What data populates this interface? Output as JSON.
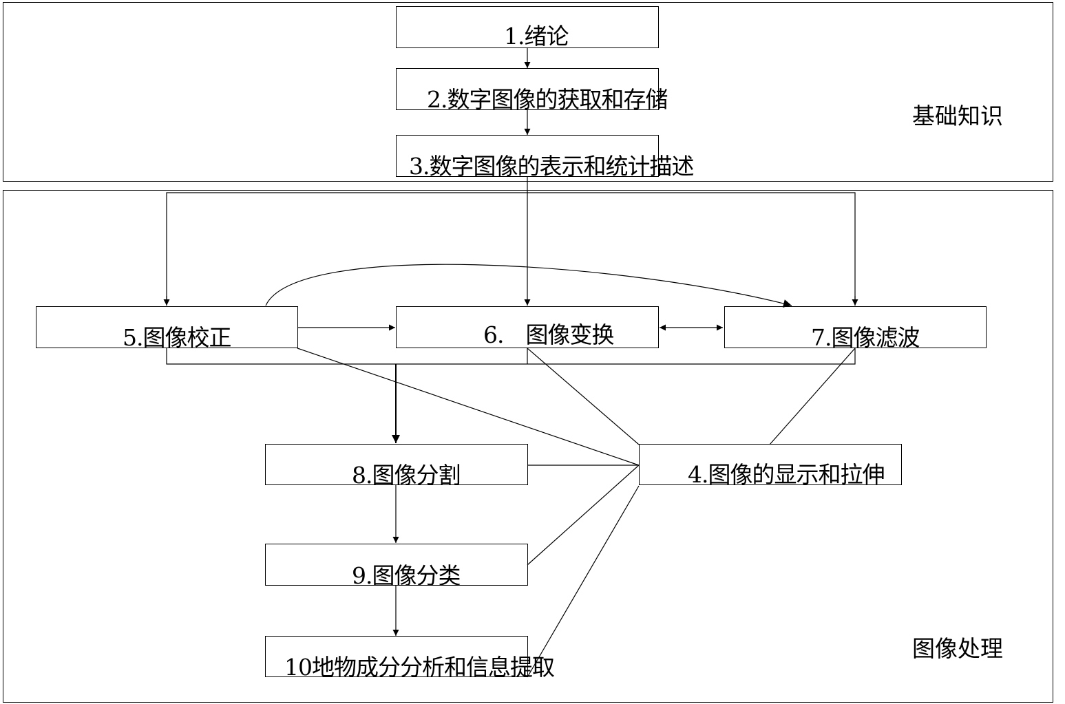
{
  "sections": {
    "basics": "基础知识",
    "processing": "图像处理"
  },
  "nodes": {
    "n1": "1.绪论",
    "n2": "2.数字图像的获取和存储",
    "n3": "3.数字图像的表示和统计描述",
    "n4": "4.图像的显示和拉伸",
    "n5": "5.图像校正",
    "n6": "6.　图像变换",
    "n7": "7.图像滤波",
    "n8": "8.图像分割",
    "n9": "9.图像分类",
    "n10": "10地物成分分析和信息提取"
  }
}
